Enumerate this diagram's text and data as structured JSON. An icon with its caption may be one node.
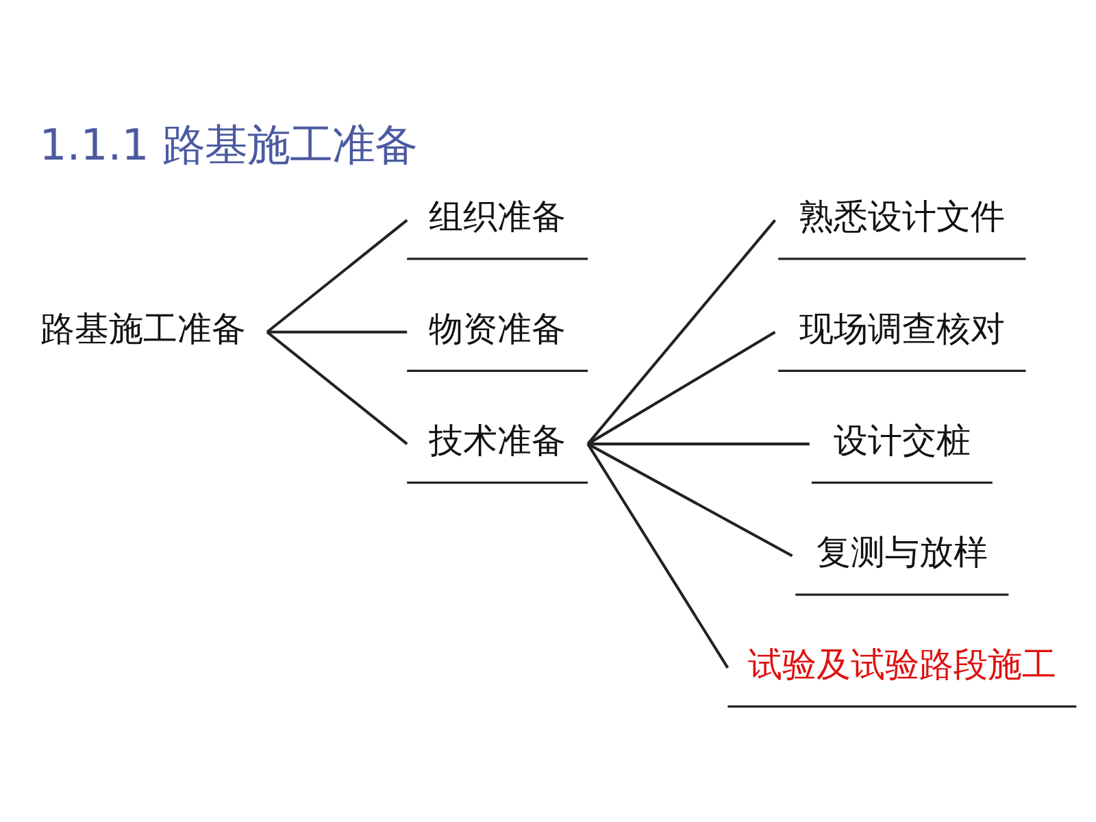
{
  "diagram": {
    "title": "1.1.1 路基施工准备",
    "nodes": [
      {
        "text": [
          "路基施工准备"
        ]
      },
      {
        "text": [
          "组织准备"
        ]
      },
      {
        "text": [
          "物资准备"
        ]
      },
      {
        "text": [
          "技术准备"
        ]
      },
      {
        "text": [
          "熟悉设计文件"
        ]
      },
      {
        "text": [
          "现场调查核对"
        ]
      },
      {
        "text": [
          "设计交桩"
        ]
      },
      {
        "text": [
          "复测与放样"
        ]
      },
      {
        "text": [
          "试验及试验路段施工"
        ]
      }
    ],
    "edges": [
      {
        "from": 0,
        "to": 1,
        "arrow": "none"
      },
      {
        "from": 0,
        "to": 2,
        "arrow": "none"
      },
      {
        "from": 0,
        "to": 3,
        "arrow": "none"
      },
      {
        "from": 3,
        "to": 4,
        "arrow": "none"
      },
      {
        "from": 3,
        "to": 5,
        "arrow": "none"
      },
      {
        "from": 3,
        "to": 6,
        "arrow": "none"
      },
      {
        "from": 3,
        "to": 7,
        "arrow": "none"
      },
      {
        "from": 3,
        "to": 8,
        "arrow": "none"
      }
    ]
  }
}
